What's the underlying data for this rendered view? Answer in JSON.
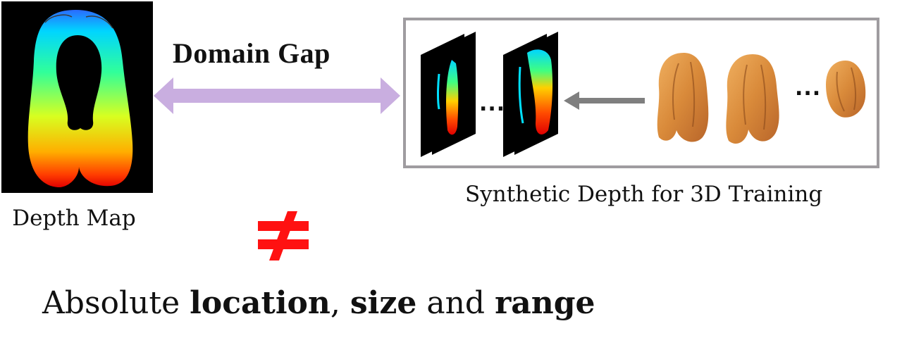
{
  "depth_map": {
    "caption": "Depth Map"
  },
  "domain_gap": {
    "label": "Domain Gap",
    "arrow_color": "#c9aee0"
  },
  "synthetic": {
    "caption": "Synthetic Depth for 3D Training",
    "ellipsis_1": "...",
    "ellipsis_2": "...",
    "box_border_color": "#9f9ca0",
    "back_arrow_color": "#7f7f7f"
  },
  "not_equal_symbol": "≠",
  "bottom_text": {
    "prefix": "Absolute ",
    "location": "location",
    "comma": ", ",
    "size": "size",
    "and": " and ",
    "range": "range"
  },
  "colors": {
    "neq": "#ff1111",
    "hair": "#d98a3a"
  }
}
